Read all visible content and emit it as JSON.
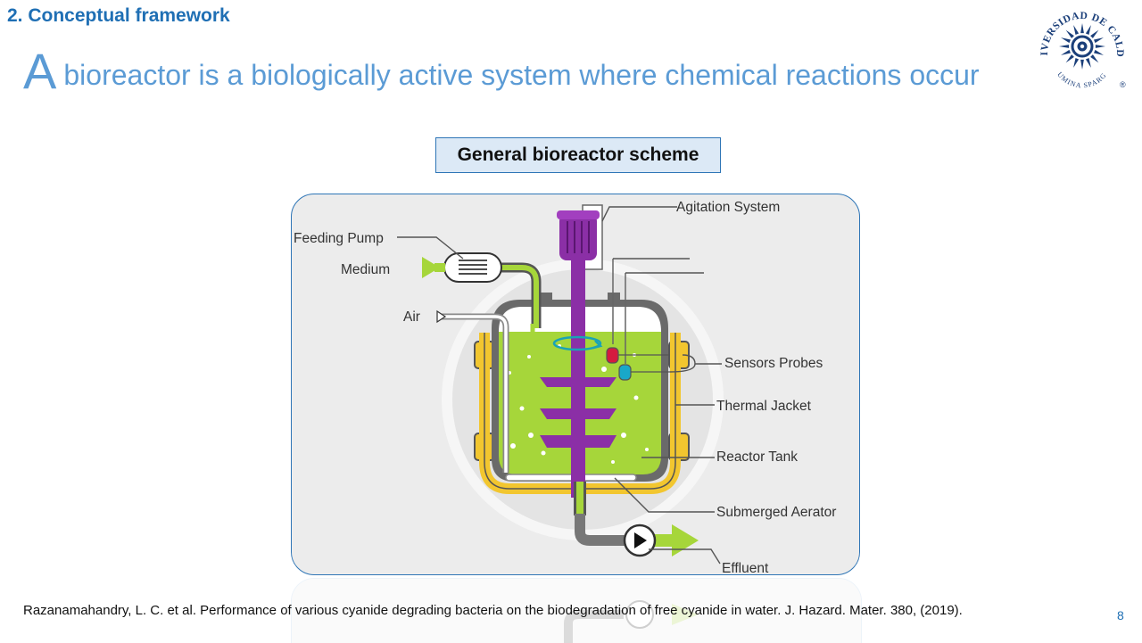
{
  "slide": {
    "section_title": "2. Conceptual framework",
    "headline_initial": "A",
    "headline_rest": "bioreactor is a biologically active system where chemical reactions occur",
    "scheme_label": "General bioreactor scheme",
    "citation": "Razanamahandry, L. C. et al. Performance of various cyanide degrading bacteria on the biodegradation of free cyanide in water. J. Hazard. Mater. 380, (2019).",
    "page_number": "8"
  },
  "logo": {
    "top_text": "UNIVERSIDAD DE CALDAS",
    "bottom_text": "LUMINA SPARGO",
    "mark": "®"
  },
  "diagram": {
    "labels": {
      "agitation_system": "Agitation System",
      "feeding_pump": "Feeding Pump",
      "medium": "Medium",
      "air": "Air",
      "sensors_probes": "Sensors Probes",
      "thermal_jacket": "Thermal Jacket",
      "reactor_tank": "Reactor Tank",
      "submerged_aerator": "Submerged Aerator",
      "effluent": "Effluent"
    }
  },
  "colors": {
    "title_blue": "#1f6fb4",
    "headline_blue": "#5b9bd5",
    "liquid_green": "#a6d63a",
    "shaft_purple": "#8b2fa6",
    "jacket_yellow": "#f2c62f"
  }
}
